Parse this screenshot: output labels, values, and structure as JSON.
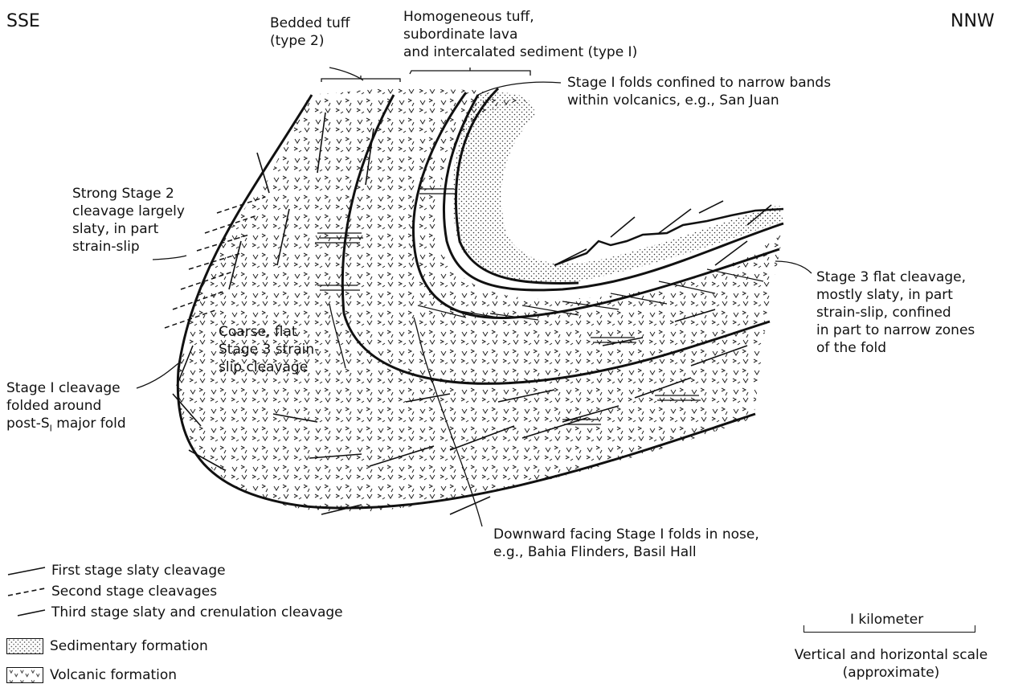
{
  "orientation": {
    "left": "SSE",
    "right": "NNW"
  },
  "labels": {
    "bedded_tuff": [
      "Bedded tuff",
      "(type 2)"
    ],
    "homogeneous_tuff": [
      "Homogeneous tuff,",
      "subordinate lava",
      "and intercalated sediment (type I)"
    ],
    "stage1_narrow": [
      "Stage I folds confined to narrow bands",
      "within volcanics, e.g., San Juan"
    ],
    "stage2_strong": [
      "Strong Stage 2",
      "cleavage largely",
      "slaty, in part",
      "strain-slip"
    ],
    "stage3_flat": [
      "Stage 3 flat cleavage,",
      "mostly slaty, in part",
      "strain-slip, confined",
      "in part to narrow zones",
      "of the fold"
    ],
    "coarse_flat": [
      "Coarse, flat",
      "Stage 3 strain-",
      "slip cleavage"
    ],
    "stage1_folded": [
      "Stage I cleavage",
      "folded around",
      "post-S",
      "I",
      " major fold"
    ],
    "downward": [
      "Downward facing Stage I folds in nose,",
      "e.g., Bahia Flinders, Basil Hall"
    ]
  },
  "legend": [
    {
      "label": "First stage slaty cleavage",
      "symbol": "solid-line"
    },
    {
      "label": "Second stage cleavages",
      "symbol": "dashed-line"
    },
    {
      "label": "Third stage slaty and crenulation cleavage",
      "symbol": "short-line"
    },
    {
      "label": "Sedimentary formation",
      "symbol": "stipple-box"
    },
    {
      "label": "Volcanic formation",
      "symbol": "v-pattern-box"
    }
  ],
  "scale": {
    "label": "I kilometer",
    "note": [
      "Vertical and horizontal scale",
      "(approximate)"
    ]
  },
  "colors": {
    "ink": "#111111",
    "paper": "#ffffff"
  }
}
